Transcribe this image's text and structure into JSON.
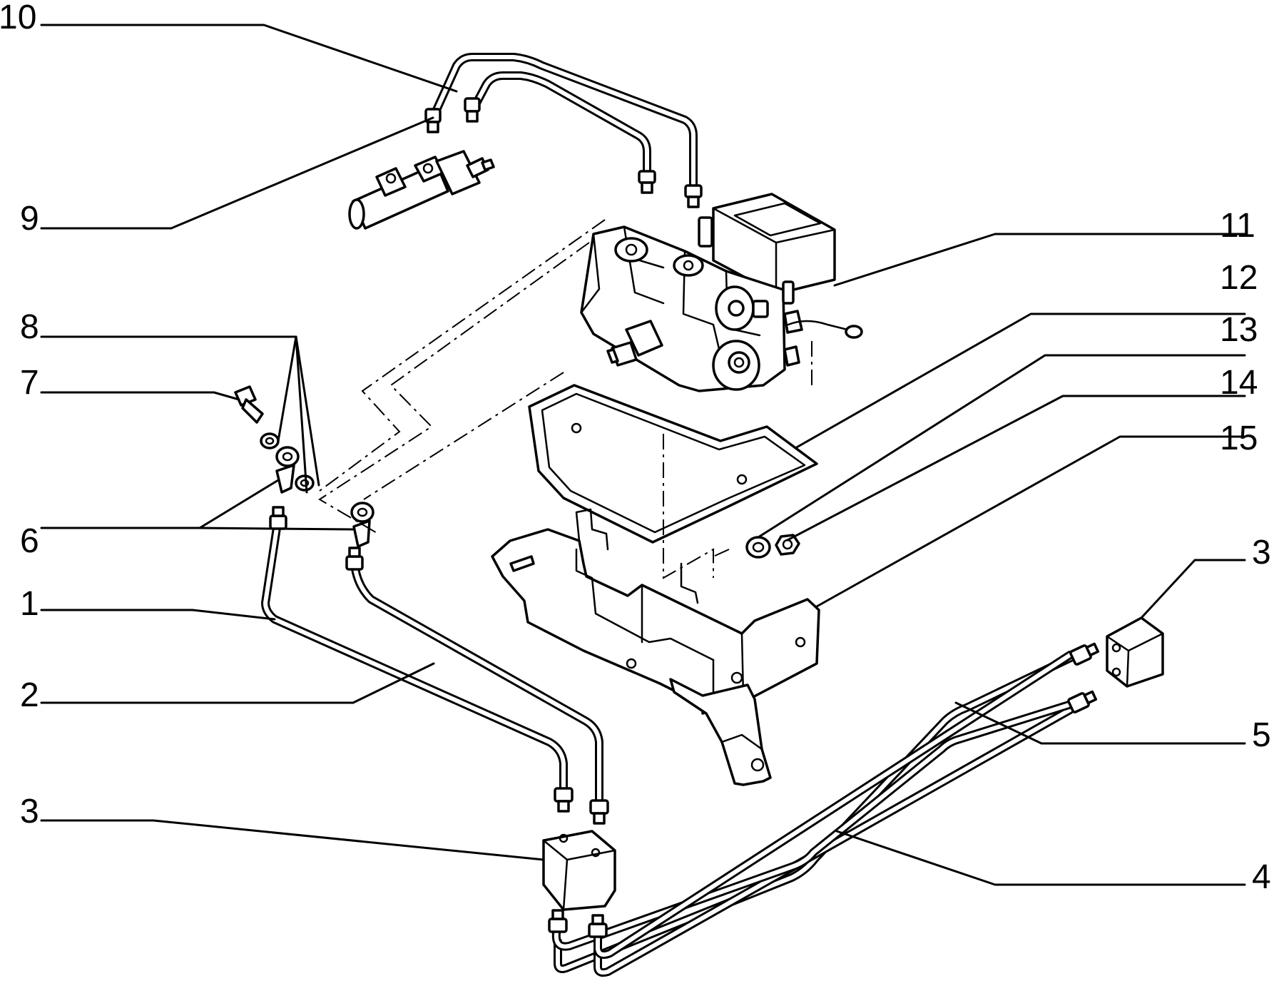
{
  "callouts": [
    {
      "id": "c10",
      "label": "10"
    },
    {
      "id": "c9",
      "label": "9"
    },
    {
      "id": "c8",
      "label": "8"
    },
    {
      "id": "c7",
      "label": "7"
    },
    {
      "id": "c6",
      "label": "6"
    },
    {
      "id": "c1",
      "label": "1"
    },
    {
      "id": "c2",
      "label": "2"
    },
    {
      "id": "c3a",
      "label": "3"
    },
    {
      "id": "c11",
      "label": "11"
    },
    {
      "id": "c12",
      "label": "12"
    },
    {
      "id": "c13",
      "label": "13"
    },
    {
      "id": "c14",
      "label": "14"
    },
    {
      "id": "c15",
      "label": "15"
    },
    {
      "id": "c3b",
      "label": "3"
    },
    {
      "id": "c5",
      "label": "5"
    },
    {
      "id": "c4",
      "label": "4"
    }
  ]
}
